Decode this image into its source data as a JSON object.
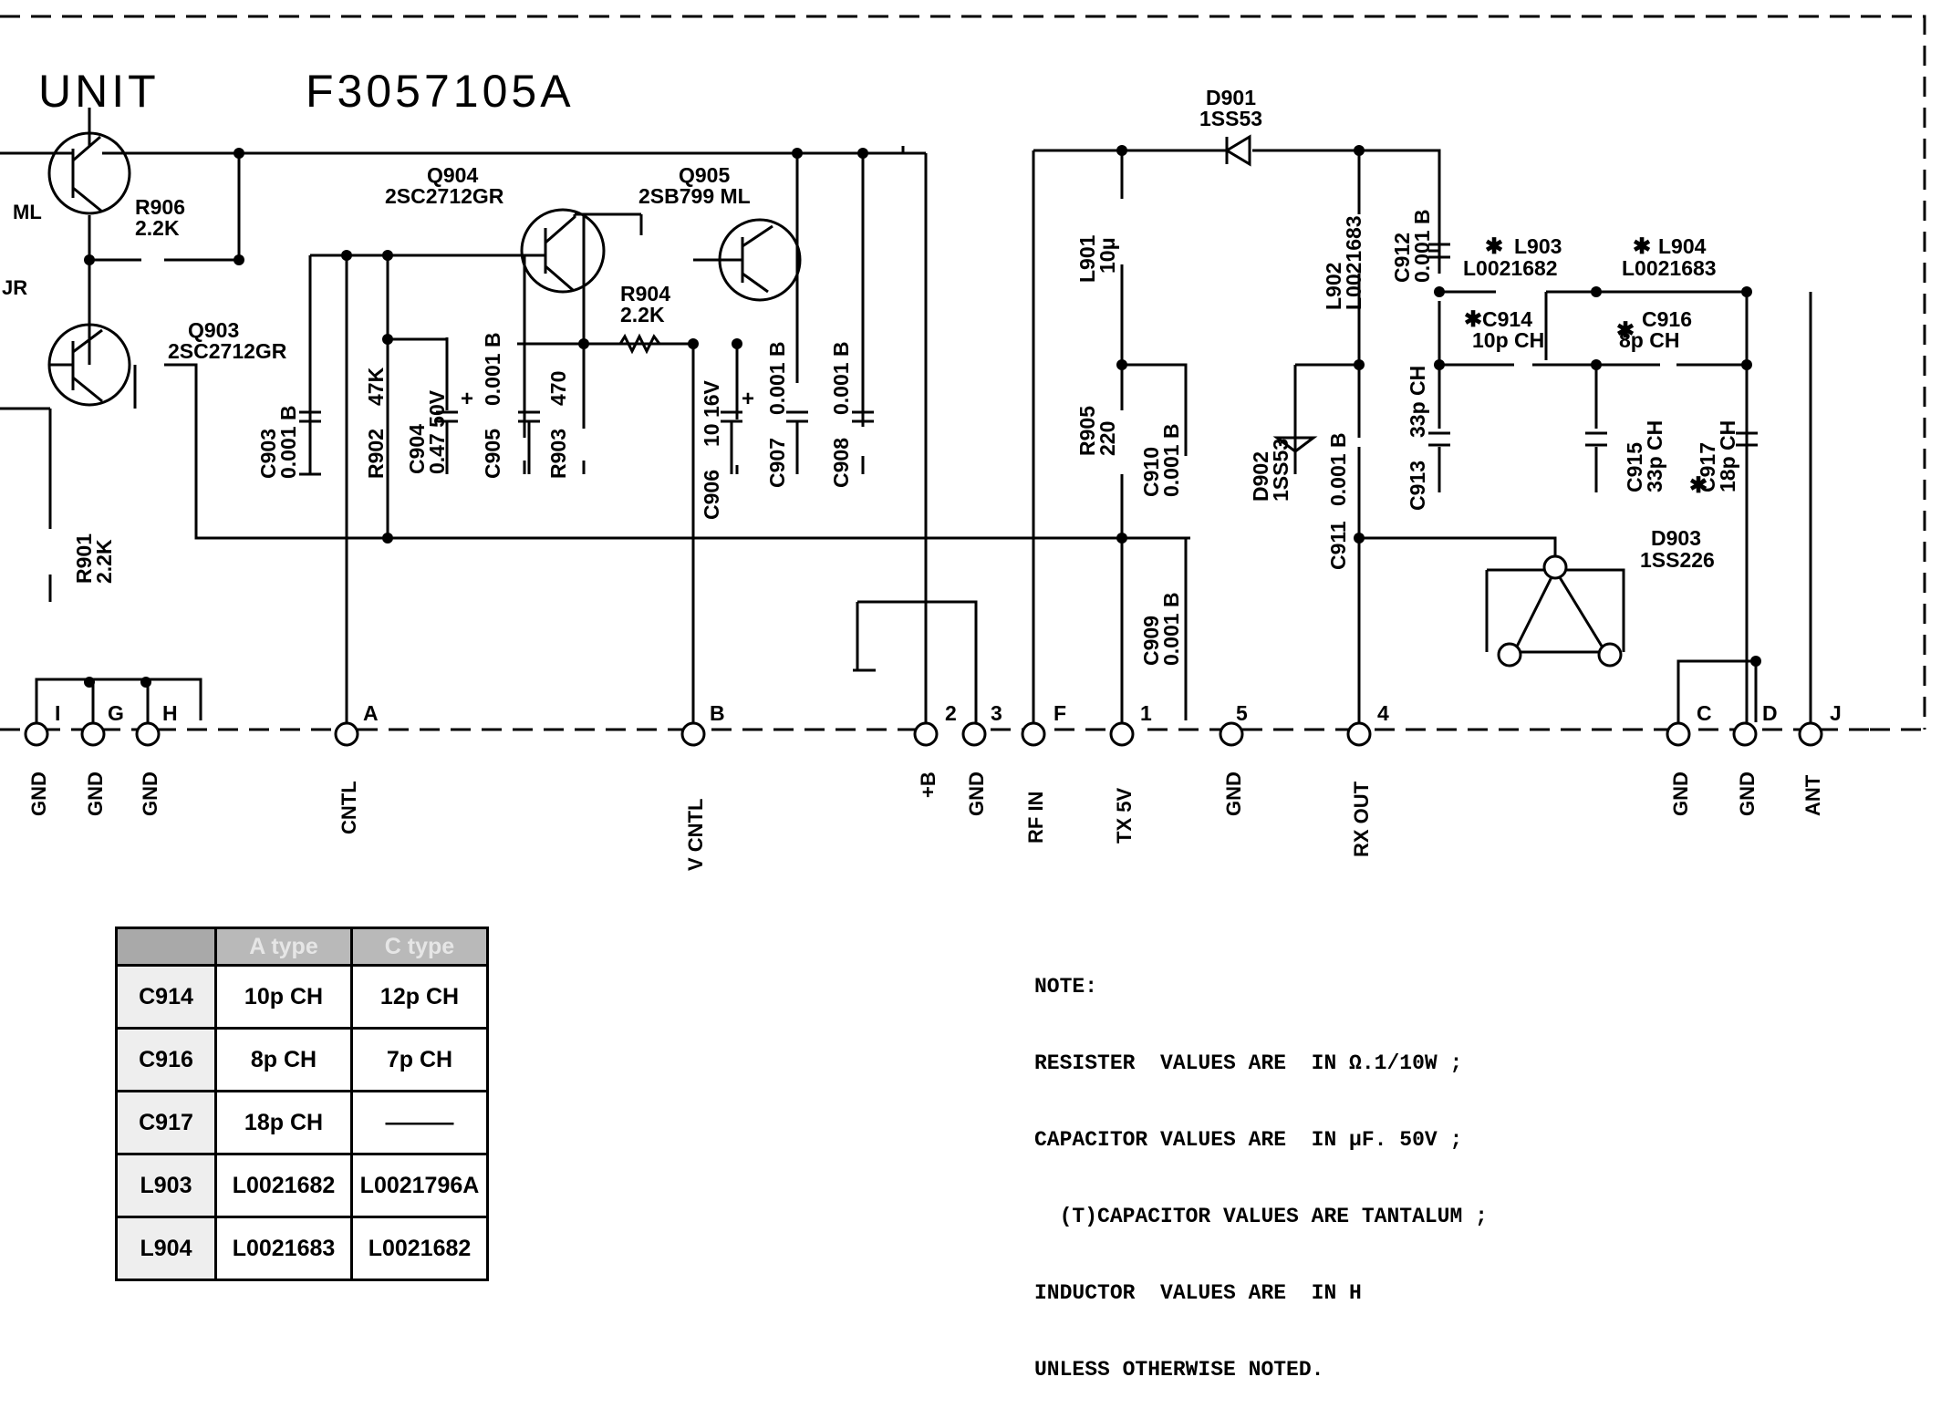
{
  "unit": {
    "label": "UNIT",
    "code": "F3057105A"
  },
  "partial_labels": {
    "left_top": "ML",
    "left_mid": "JR"
  },
  "transistors": {
    "q903": {
      "ref": "Q903",
      "part": "2SC2712GR"
    },
    "q904": {
      "ref": "Q904",
      "part": "2SC2712GR"
    },
    "q905": {
      "ref": "Q905",
      "part": "2SB799  ML"
    }
  },
  "resistors": {
    "r901": {
      "ref": "R901",
      "value": "2.2K"
    },
    "r902": {
      "ref": "R902",
      "value": "47K"
    },
    "r903": {
      "ref": "R903",
      "value": "470"
    },
    "r904": {
      "ref": "R904",
      "value": "2.2K"
    },
    "r905": {
      "ref": "R905",
      "value": "220"
    },
    "r906": {
      "ref": "R906",
      "value": "2.2K"
    }
  },
  "capacitors": {
    "c903": {
      "ref": "C903",
      "value": "0.001  B"
    },
    "c904": {
      "ref": "C904",
      "value": "0.47  50V"
    },
    "c905": {
      "ref": "C905",
      "value": "0.001  B"
    },
    "c906": {
      "ref": "C906",
      "value": "10  16V"
    },
    "c907": {
      "ref": "C907",
      "value": "0.001  B"
    },
    "c908": {
      "ref": "C908",
      "value": "0.001  B"
    },
    "c909": {
      "ref": "C909",
      "value": "0.001  B"
    },
    "c910": {
      "ref": "C910",
      "value": "0.001  B"
    },
    "c911": {
      "ref": "C911",
      "value": "0.001  B"
    },
    "c912": {
      "ref": "C912",
      "value": "0.001  B"
    },
    "c913": {
      "ref": "C913",
      "value": "33p  CH"
    },
    "c914": {
      "ref": "C914",
      "value": "10p  CH"
    },
    "c915": {
      "ref": "C915",
      "value": "33p  CH"
    },
    "c916": {
      "ref": "C916",
      "value": "8p  CH"
    },
    "c917": {
      "ref": "C917",
      "value": "18p  CH"
    }
  },
  "inductors": {
    "l901": {
      "ref": "L901",
      "value": "10μ"
    },
    "l902": {
      "ref": "L902",
      "value": "L0021683"
    },
    "l903": {
      "ref": "L903",
      "value": "L0021682"
    },
    "l904": {
      "ref": "L904",
      "value": "L0021683"
    }
  },
  "diodes": {
    "d901": {
      "ref": "D901",
      "part": "1SS53"
    },
    "d902": {
      "ref": "D902",
      "part": "1SS53"
    },
    "d903": {
      "ref": "D903",
      "part": "1SS226"
    }
  },
  "marks": {
    "star": "✱",
    "plus": "+"
  },
  "terminals": [
    {
      "letter": "I",
      "name": "GND"
    },
    {
      "letter": "G",
      "name": "GND"
    },
    {
      "letter": "H",
      "name": "GND"
    },
    {
      "letter": "A",
      "name": "CNTL"
    },
    {
      "letter": "B",
      "name": "V CNTL"
    },
    {
      "letter": "2",
      "name": "+B"
    },
    {
      "letter": "3",
      "name": "GND"
    },
    {
      "letter": "F",
      "name": "RF IN"
    },
    {
      "letter": "1",
      "name": "TX 5V"
    },
    {
      "letter": "5",
      "name": "GND"
    },
    {
      "letter": "4",
      "name": "RX OUT"
    },
    {
      "letter": "C",
      "name": "GND"
    },
    {
      "letter": "D",
      "name": "GND"
    },
    {
      "letter": "J",
      "name": "ANT"
    }
  ],
  "variant_table": {
    "headers": [
      "",
      "A type",
      "C type"
    ],
    "rows": [
      [
        "C914",
        "10p  CH",
        "12p  CH"
      ],
      [
        "C916",
        "8p  CH",
        "7p  CH"
      ],
      [
        "C917",
        "18p  CH",
        "———"
      ],
      [
        "L903",
        "L0021682",
        "L0021796A"
      ],
      [
        "L904",
        "L0021683",
        "L0021682"
      ]
    ]
  },
  "notes": [
    "NOTE:",
    "RESISTER  VALUES ARE  IN Ω.1/10W ;",
    "CAPACITOR VALUES ARE  IN μF. 50V ;",
    "  (T)CAPACITOR VALUES ARE TANTALUM ;",
    "INDUCTOR  VALUES ARE  IN H",
    "UNLESS OTHERWISE NOTED."
  ]
}
